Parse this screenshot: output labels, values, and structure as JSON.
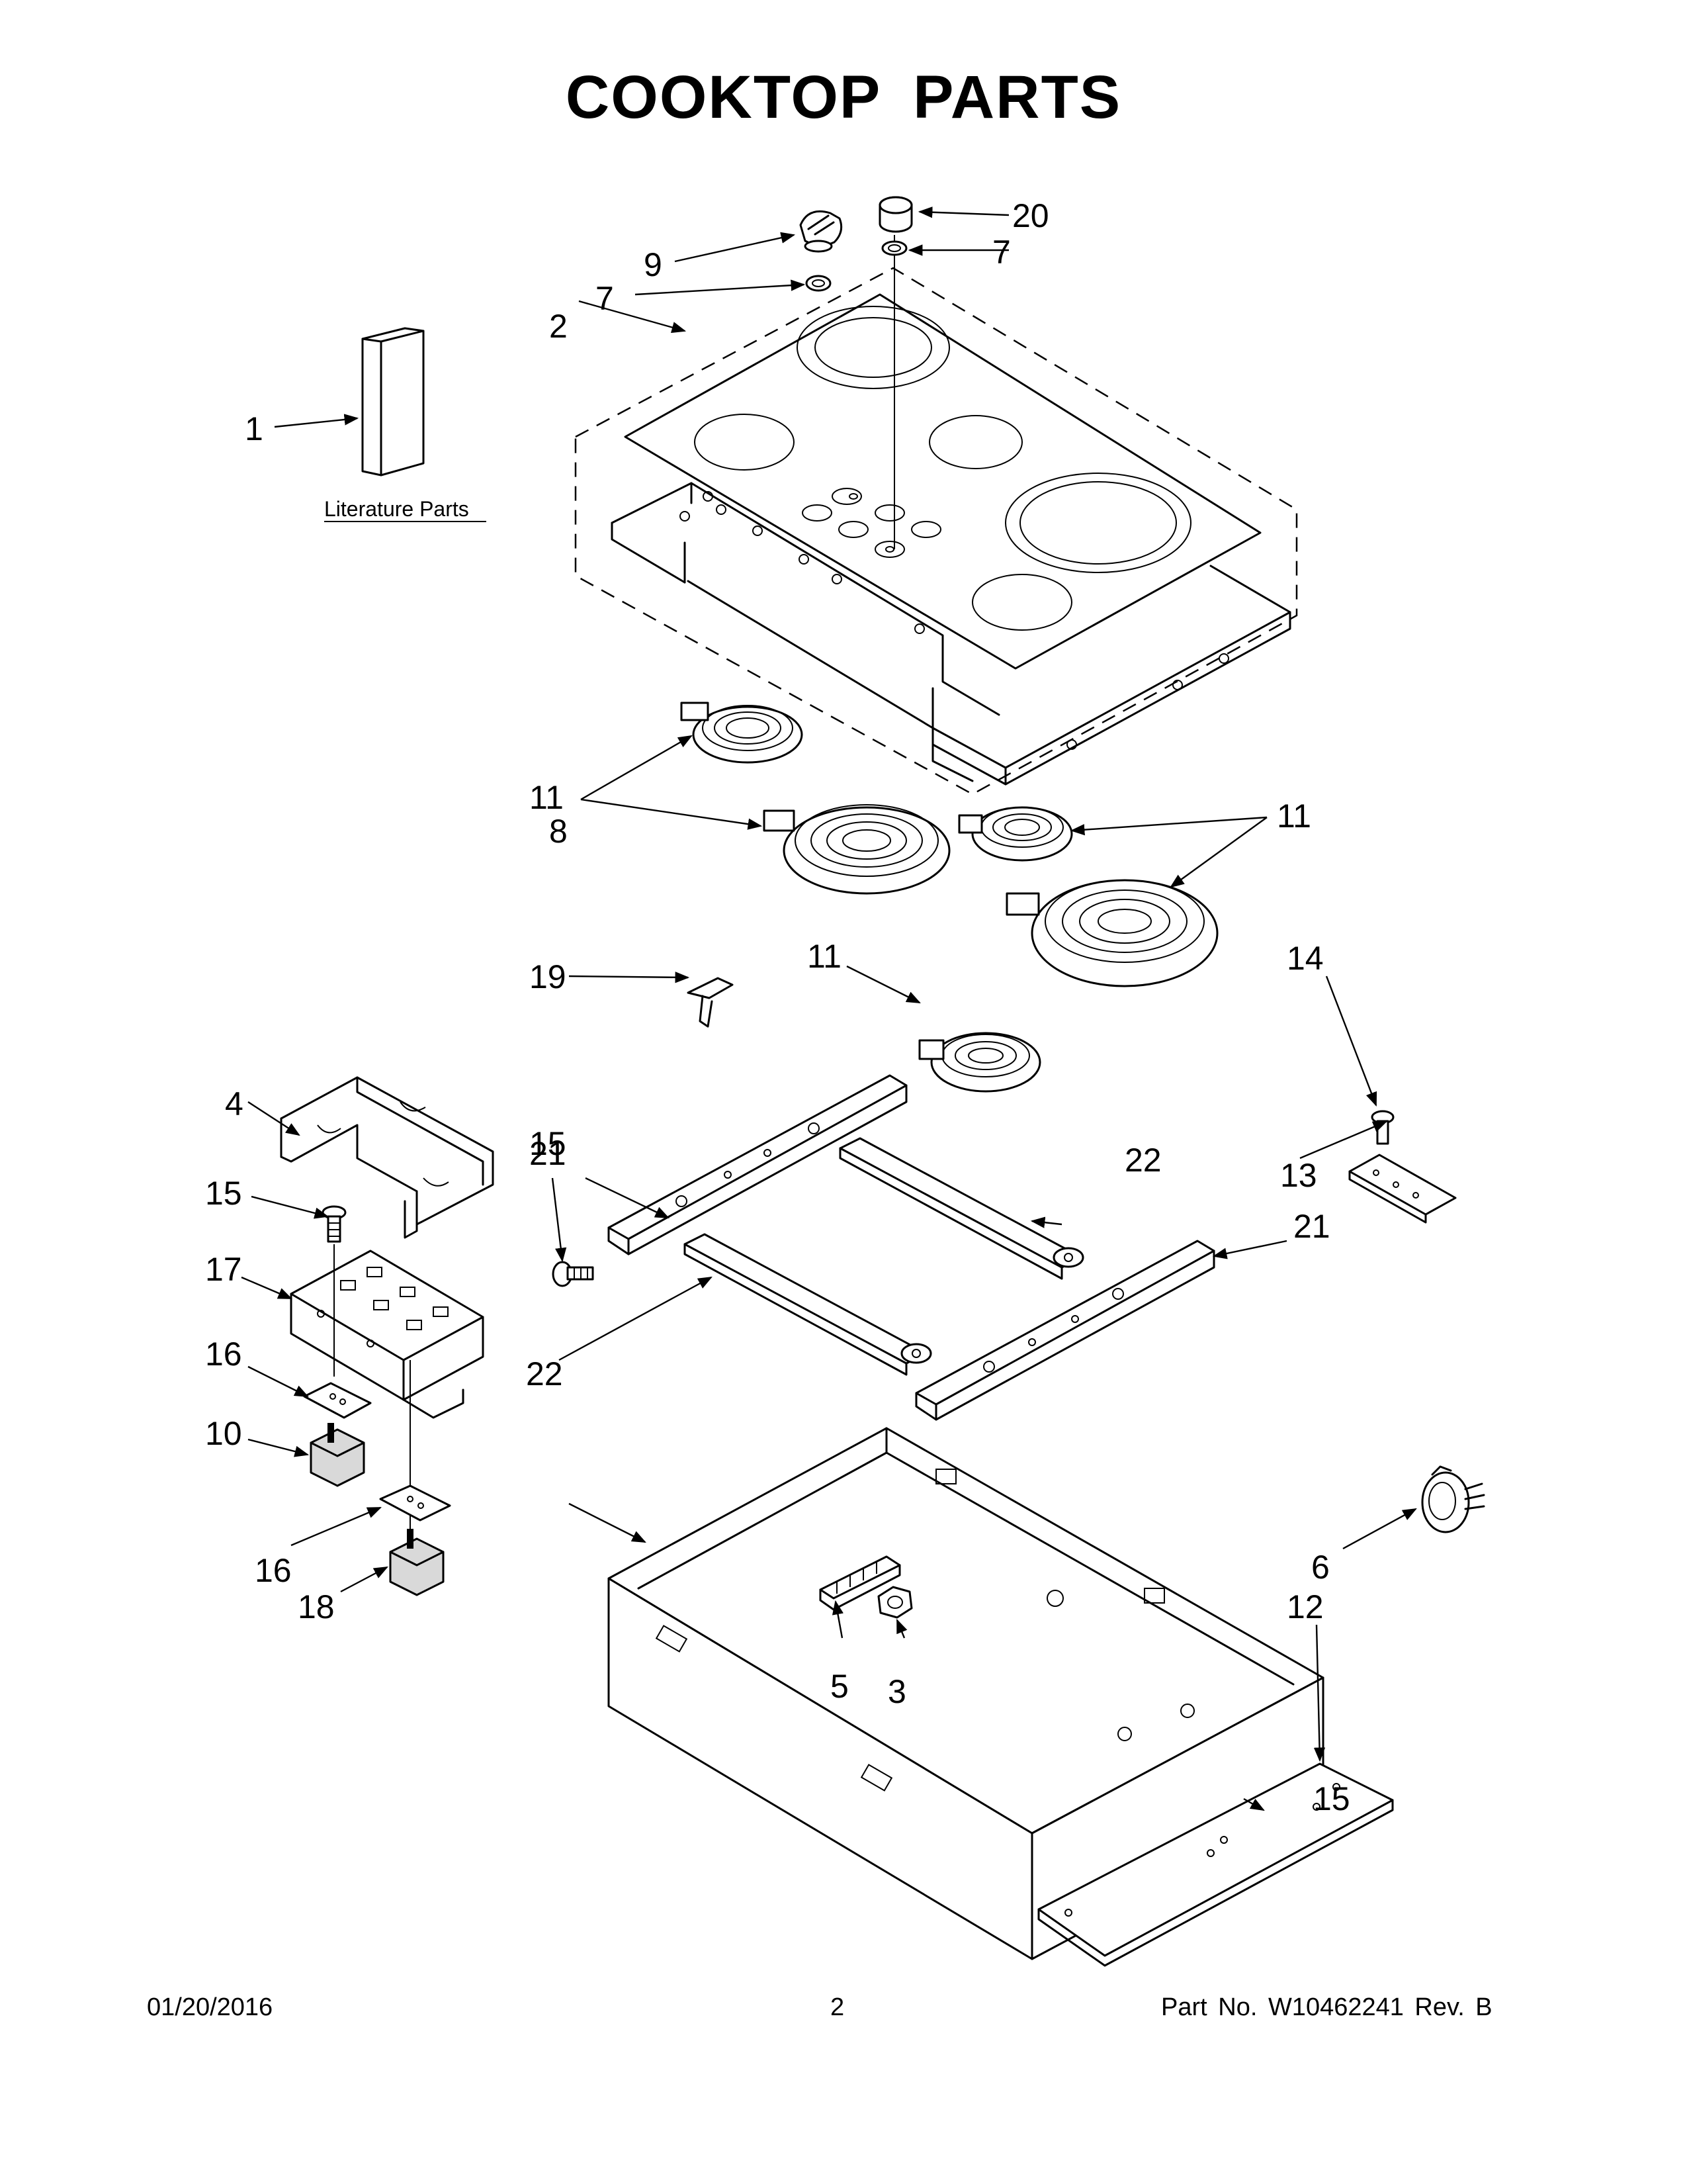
{
  "title": "COOKTOP PARTS",
  "literature_caption": "Literature Parts",
  "callouts": {
    "c1": "1",
    "c2": "2",
    "c3": "3",
    "c4": "4",
    "c5": "5",
    "c6": "6",
    "c7a": "7",
    "c7b": "7",
    "c8": "8",
    "c9": "9",
    "c10": "10",
    "c11a": "11",
    "c11b": "11",
    "c11c": "11",
    "c12": "12",
    "c13": "13",
    "c14": "14",
    "c15a": "15",
    "c15b": "15",
    "c15c": "15",
    "c16a": "16",
    "c16b": "16",
    "c17": "17",
    "c18": "18",
    "c19": "19",
    "c20": "20",
    "c21a": "21",
    "c21b": "21",
    "c22a": "22",
    "c22b": "22"
  },
  "footer": {
    "date": "01/20/2016",
    "page": "2",
    "part": "Part No.  W10462241  Rev.  B"
  }
}
